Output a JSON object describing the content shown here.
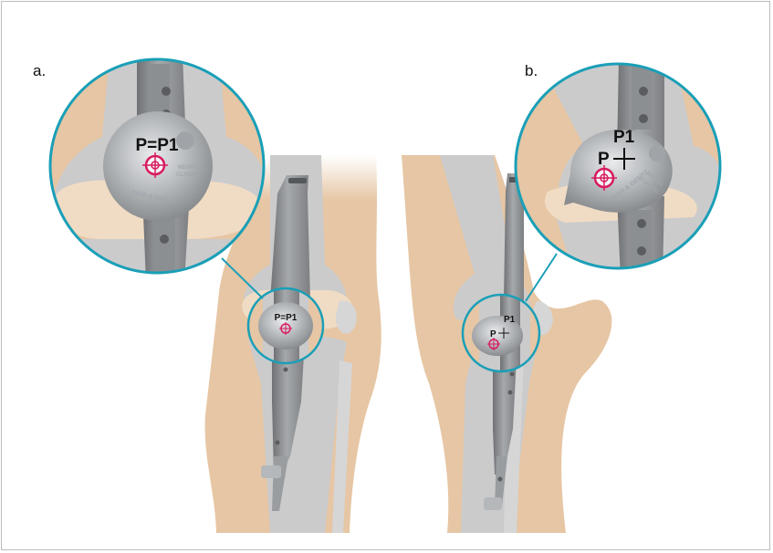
{
  "panels": {
    "a": {
      "label": "a.",
      "magnified_point_label": "P=P1",
      "small_point_label": "P=P1"
    },
    "b": {
      "label": "b.",
      "magnified_label_p": "P",
      "magnified_label_p1": "P1",
      "small_label_p": "P",
      "small_label_p1": "P1"
    }
  },
  "device_engravings": {
    "brand": "FIOR & GENTZ",
    "model_line1": "NEURO",
    "model_line2": "CLASSIC"
  },
  "colors": {
    "skin": "#e6c6a4",
    "skin_light": "#efd8bf",
    "bone": "#cbcbcc",
    "cartilage": "#f0dcc4",
    "splint_dark": "#7d7f82",
    "splint_mid": "#9a9da0",
    "splint_light": "#c7cacd",
    "magnifier_ring": "#1a9fb7",
    "target_marker": "#d81b60"
  }
}
